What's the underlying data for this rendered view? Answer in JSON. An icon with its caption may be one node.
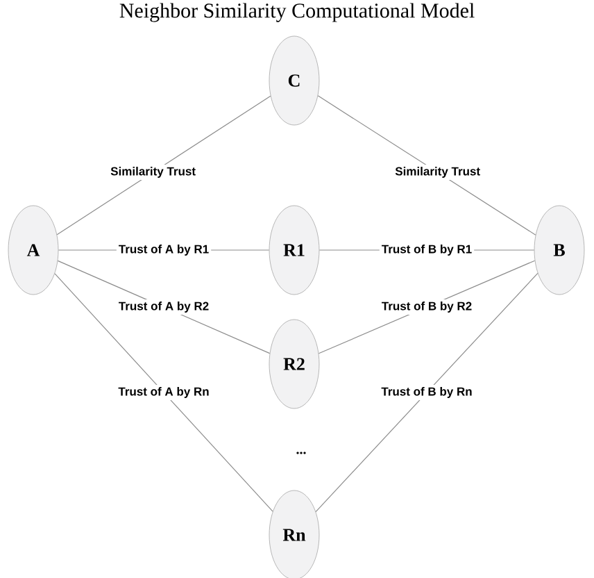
{
  "diagram": {
    "title": "Neighbor Similarity  Computational Model",
    "nodes": [
      {
        "text": [
          "C"
        ]
      },
      {
        "text": [
          "A"
        ]
      },
      {
        "text": [
          "R1"
        ]
      },
      {
        "text": [
          "B"
        ]
      },
      {
        "text": [
          "R2"
        ]
      },
      {
        "text": [
          "Rn"
        ]
      }
    ],
    "edges": [
      {
        "from": 1,
        "to": 0,
        "arrow": "none",
        "label": "Similarity Trust"
      },
      {
        "from": 0,
        "to": 3,
        "arrow": "none",
        "label": "Similarity Trust"
      },
      {
        "from": 1,
        "to": 2,
        "arrow": "none",
        "label": "Trust of A by R1"
      },
      {
        "from": 2,
        "to": 3,
        "arrow": "none",
        "label": "Trust of B by R1"
      },
      {
        "from": 1,
        "to": 4,
        "arrow": "none",
        "label": "Trust of A by R2"
      },
      {
        "from": 4,
        "to": 3,
        "arrow": "none",
        "label": "Trust of B by R2"
      },
      {
        "from": 1,
        "to": 5,
        "arrow": "none",
        "label": "Trust of A by Rn"
      },
      {
        "from": 5,
        "to": 3,
        "arrow": "none",
        "label": "Trust of B by Rn"
      }
    ],
    "labels": [
      "..."
    ]
  }
}
